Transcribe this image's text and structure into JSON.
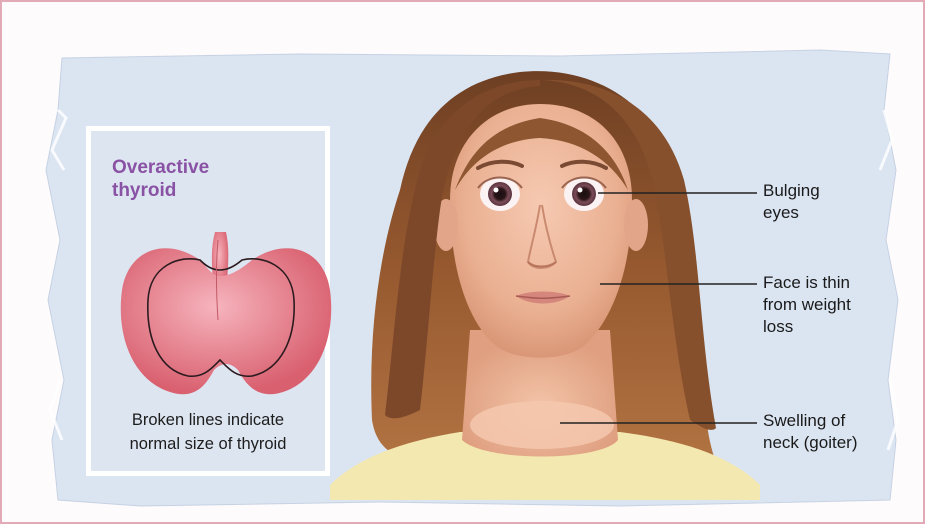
{
  "inset": {
    "title_lines": [
      "Overactive",
      "thyroid"
    ],
    "caption_lines": [
      "Broken lines indicate",
      "normal size of thyroid"
    ]
  },
  "callouts": [
    {
      "lines": [
        "Bulging",
        "eyes"
      ]
    },
    {
      "lines": [
        "Face is thin",
        "from weight",
        "loss"
      ]
    },
    {
      "lines": [
        "Swelling of",
        "neck (goiter)"
      ]
    }
  ],
  "colors": {
    "frame_border": "#e2a9b6",
    "paper": "#dbe5f2",
    "title_purple": "#8a52a4",
    "thyroid_pink": "#e87f8c",
    "hair": "#8a5230",
    "skin": "#efb79c"
  }
}
